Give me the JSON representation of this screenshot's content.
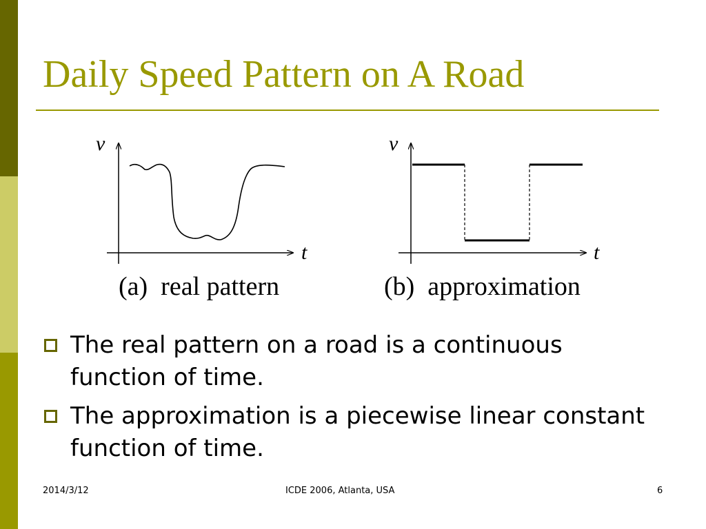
{
  "slide": {
    "title": "Daily Speed Pattern on A Road",
    "accent_color": "#999900",
    "side_bar_colors": [
      "#666600",
      "#cccc66",
      "#999900"
    ]
  },
  "diagram": {
    "panel_a": {
      "y_axis_label": "v",
      "x_axis_label": "t",
      "caption": "(a)  real pattern"
    },
    "panel_b": {
      "y_axis_label": "v",
      "x_axis_label": "t",
      "caption": "(b)  approximation"
    }
  },
  "bullets": [
    "The real pattern on a road is a continuous function of time.",
    "The approximation is a piecewise linear constant function of time."
  ],
  "footer": {
    "date": "2014/3/12",
    "center": "ICDE 2006, Atlanta, USA",
    "page_number": "6"
  }
}
